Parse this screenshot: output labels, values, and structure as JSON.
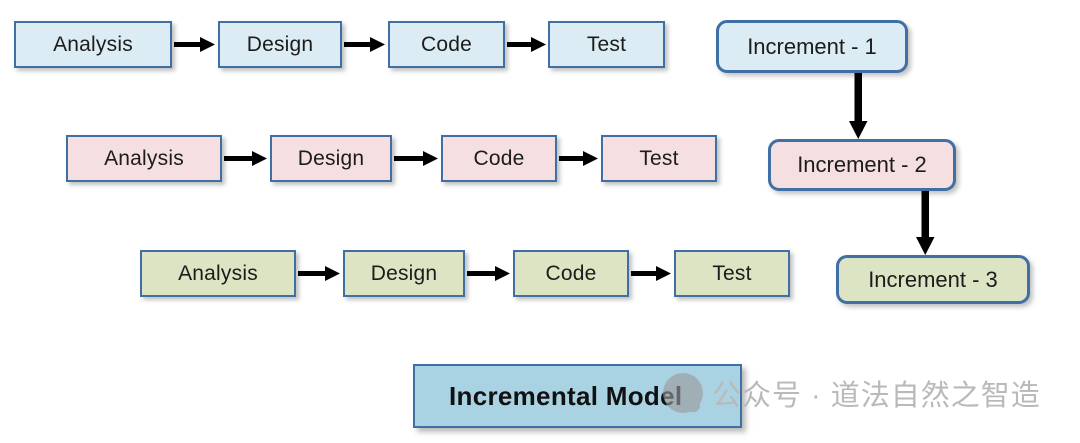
{
  "diagram": {
    "title": "Incremental Model",
    "rows": [
      {
        "id": "increment-1-row",
        "color_name": "blue",
        "fill": "#dcecf4",
        "stages": [
          "Analysis",
          "Design",
          "Code",
          "Test"
        ]
      },
      {
        "id": "increment-2-row",
        "color_name": "pink",
        "fill": "#f5dfe1",
        "stages": [
          "Analysis",
          "Design",
          "Code",
          "Test"
        ]
      },
      {
        "id": "increment-3-row",
        "color_name": "green",
        "fill": "#dde4c3",
        "stages": [
          "Analysis",
          "Design",
          "Code",
          "Test"
        ]
      }
    ],
    "increments": [
      {
        "label": "Increment - 1",
        "color_name": "blue",
        "fill": "#dcecf4"
      },
      {
        "label": "Increment - 2",
        "color_name": "pink",
        "fill": "#f5dfe1"
      },
      {
        "label": "Increment - 3",
        "color_name": "green",
        "fill": "#dde4c3"
      }
    ],
    "border_color": "#3f6fa5",
    "arrow_color": "#000000",
    "title_fill": "#a9d3e3"
  },
  "watermark": {
    "text": "公众号 · 道法自然之智造",
    "logo": "wechat-logo"
  }
}
